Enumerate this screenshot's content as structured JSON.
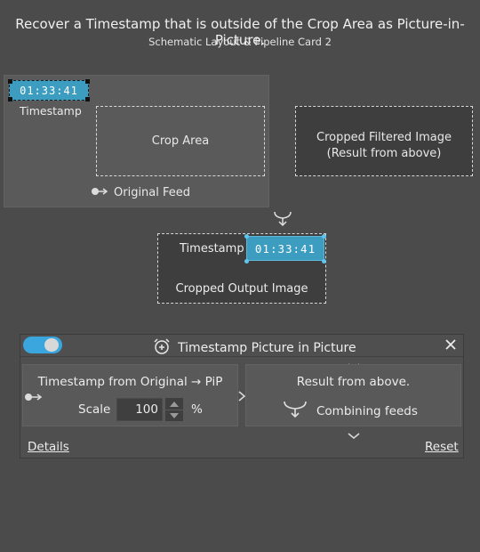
{
  "header": {
    "title": "Recover a Timestamp that is outside of the Crop Area as Picture-in-Picture.",
    "subtitle": "Schematic Layout & Pipeline Card 2"
  },
  "schematic": {
    "original_timestamp": "01:33:41",
    "timestamp_label": "Timestamp",
    "crop_area_label": "Crop Area",
    "original_feed_label": "Original Feed",
    "cropped_filtered_line1": "Cropped Filtered Image",
    "cropped_filtered_line2": "(Result from above)",
    "output_timestamp_label": "Timestamp",
    "output_timestamp": "01:33:41",
    "output_label": "Cropped Output Image"
  },
  "card": {
    "enabled": true,
    "icon": "alarm-clock-plus-icon",
    "title": "Timestamp Picture in Picture",
    "left_title": "Timestamp from Original → PiP",
    "scale_label": "Scale",
    "scale_value": "100",
    "scale_unit": "%",
    "right_title": "Result from above.",
    "combine_label": "Combining feeds",
    "details_label": "Details",
    "reset_label": "Reset"
  },
  "colors": {
    "background": "#4b4b4b",
    "accent": "#3aa6dd",
    "timestamp_fill": "#3d9dc1"
  }
}
